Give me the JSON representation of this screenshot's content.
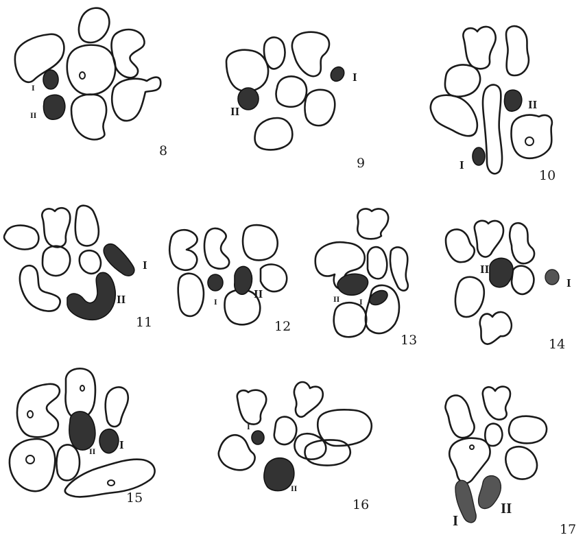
{
  "figures": [
    {
      "number": "8",
      "labels": [
        "I",
        "II"
      ]
    },
    {
      "number": "9",
      "labels": [
        "I",
        "II"
      ]
    },
    {
      "number": "10",
      "labels": [
        "II",
        "I"
      ]
    },
    {
      "number": "11",
      "labels": [
        "I",
        "II"
      ]
    },
    {
      "number": "12",
      "labels": [
        "I",
        "II"
      ]
    },
    {
      "number": "13",
      "labels": [
        "II",
        "I"
      ]
    },
    {
      "number": "14",
      "labels": [
        "II",
        "I"
      ]
    },
    {
      "number": "15",
      "labels": [
        "II",
        "I"
      ]
    },
    {
      "number": "16",
      "labels": [
        "I",
        "II"
      ]
    },
    {
      "number": "17",
      "labels": [
        "I",
        "II"
      ]
    }
  ]
}
